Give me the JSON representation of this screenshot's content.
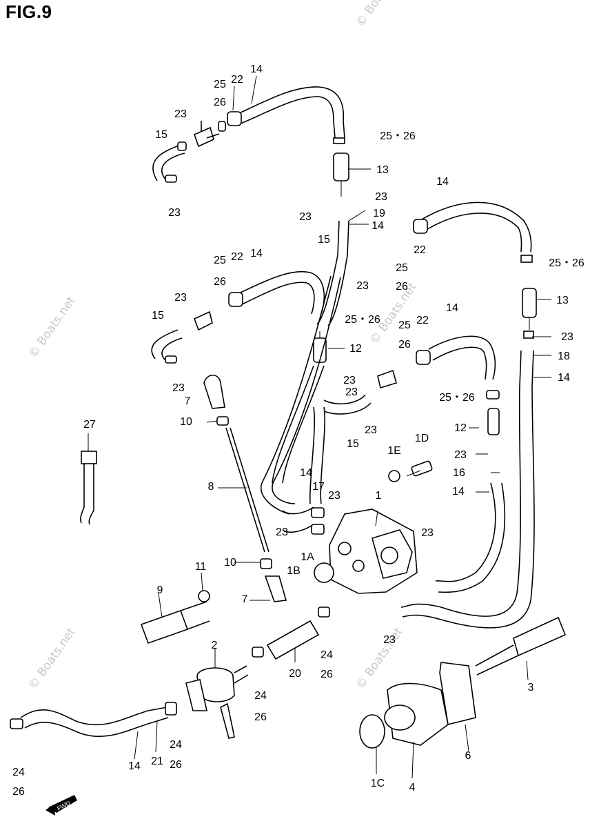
{
  "figure": {
    "title": "FIG.9"
  },
  "watermark": {
    "text": "© Boats.net"
  },
  "fwd_badge": {
    "text": "FWD"
  },
  "callouts": [
    {
      "id": "c14a",
      "text": "14"
    },
    {
      "id": "c22a",
      "text": "22"
    },
    {
      "id": "c25a",
      "text": "25"
    },
    {
      "id": "c26a",
      "text": "26"
    },
    {
      "id": "c23a",
      "text": "23"
    },
    {
      "id": "c15a",
      "text": "15"
    },
    {
      "id": "c23b",
      "text": "23"
    },
    {
      "id": "c2526a",
      "text": "25・26"
    },
    {
      "id": "c13a",
      "text": "13"
    },
    {
      "id": "c23c",
      "text": "23"
    },
    {
      "id": "c19",
      "text": "19"
    },
    {
      "id": "c14b",
      "text": "14"
    },
    {
      "id": "c14c",
      "text": "14"
    },
    {
      "id": "c23d",
      "text": "23"
    },
    {
      "id": "c15b",
      "text": "15"
    },
    {
      "id": "c22b",
      "text": "22"
    },
    {
      "id": "c25b",
      "text": "25"
    },
    {
      "id": "c26b",
      "text": "26"
    },
    {
      "id": "c2526b",
      "text": "25・26"
    },
    {
      "id": "c25c",
      "text": "25"
    },
    {
      "id": "c22c",
      "text": "22"
    },
    {
      "id": "c14d",
      "text": "14"
    },
    {
      "id": "c26c",
      "text": "26"
    },
    {
      "id": "c23e",
      "text": "23"
    },
    {
      "id": "c13b",
      "text": "13"
    },
    {
      "id": "c23f",
      "text": "23"
    },
    {
      "id": "c15c",
      "text": "15"
    },
    {
      "id": "c2526c",
      "text": "25・26"
    },
    {
      "id": "c23g",
      "text": "23"
    },
    {
      "id": "c25d",
      "text": "25"
    },
    {
      "id": "c22d",
      "text": "22"
    },
    {
      "id": "c14e",
      "text": "14"
    },
    {
      "id": "c26d",
      "text": "26"
    },
    {
      "id": "c12a",
      "text": "12"
    },
    {
      "id": "c23h",
      "text": "23"
    },
    {
      "id": "c18",
      "text": "18"
    },
    {
      "id": "c7a",
      "text": "7"
    },
    {
      "id": "c23i",
      "text": "23"
    },
    {
      "id": "c23j",
      "text": "23"
    },
    {
      "id": "c14f",
      "text": "14"
    },
    {
      "id": "c23k",
      "text": "23"
    },
    {
      "id": "c2526d",
      "text": "25・26"
    },
    {
      "id": "c10a",
      "text": "10"
    },
    {
      "id": "c15d",
      "text": "15"
    },
    {
      "id": "c12b",
      "text": "12"
    },
    {
      "id": "c27",
      "text": "27"
    },
    {
      "id": "c1E",
      "text": "1E"
    },
    {
      "id": "c1D",
      "text": "1D"
    },
    {
      "id": "c23l",
      "text": "23"
    },
    {
      "id": "c16",
      "text": "16"
    },
    {
      "id": "c8",
      "text": "8"
    },
    {
      "id": "c14g",
      "text": "14"
    },
    {
      "id": "c17",
      "text": "17"
    },
    {
      "id": "c23m",
      "text": "23"
    },
    {
      "id": "c14h",
      "text": "14"
    },
    {
      "id": "c1",
      "text": "1"
    },
    {
      "id": "c23n",
      "text": "23"
    },
    {
      "id": "c23o",
      "text": "23"
    },
    {
      "id": "c10b",
      "text": "10"
    },
    {
      "id": "c1A",
      "text": "1A"
    },
    {
      "id": "c11",
      "text": "11"
    },
    {
      "id": "c1B",
      "text": "1B"
    },
    {
      "id": "c9",
      "text": "9"
    },
    {
      "id": "c7b",
      "text": "7"
    },
    {
      "id": "c23p",
      "text": "23"
    },
    {
      "id": "c2",
      "text": "2"
    },
    {
      "id": "c20",
      "text": "20"
    },
    {
      "id": "c24a",
      "text": "24"
    },
    {
      "id": "c26e",
      "text": "26"
    },
    {
      "id": "c24b",
      "text": "24"
    },
    {
      "id": "c26f",
      "text": "26"
    },
    {
      "id": "c3",
      "text": "3"
    },
    {
      "id": "c24c",
      "text": "24"
    },
    {
      "id": "c26g",
      "text": "26"
    },
    {
      "id": "c14i",
      "text": "14"
    },
    {
      "id": "c21",
      "text": "21"
    },
    {
      "id": "c24d",
      "text": "24"
    },
    {
      "id": "c26h",
      "text": "26"
    },
    {
      "id": "c6",
      "text": "6"
    },
    {
      "id": "c1C",
      "text": "1C"
    },
    {
      "id": "c4",
      "text": "4"
    }
  ]
}
